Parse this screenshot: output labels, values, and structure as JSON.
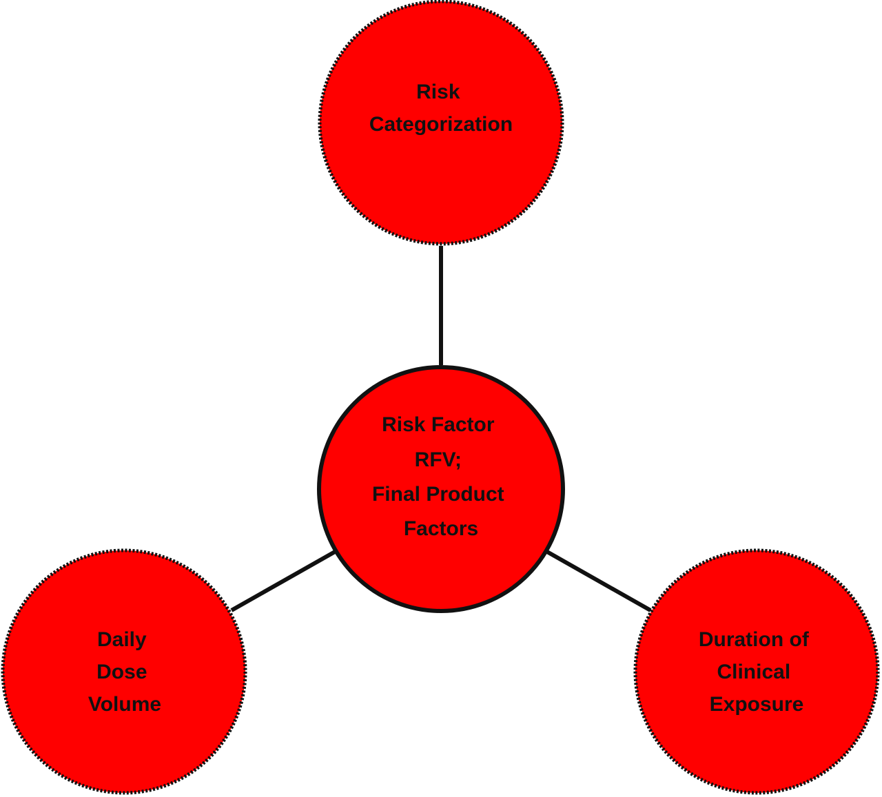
{
  "diagram": {
    "center": {
      "lines": [
        "Risk Factor",
        "RFV;",
        "Final Product",
        "Factors"
      ]
    },
    "top": {
      "lines": [
        "Risk",
        "Categorization"
      ]
    },
    "left": {
      "lines": [
        "Daily",
        "Dose",
        "Volume"
      ]
    },
    "right": {
      "lines": [
        "Duration of",
        "Clinical",
        "Exposure"
      ]
    }
  },
  "colors": {
    "node_fill": "#ff0000",
    "outline": "#111111",
    "connector": "#111111",
    "text": "#111111",
    "background": "#ffffff"
  }
}
